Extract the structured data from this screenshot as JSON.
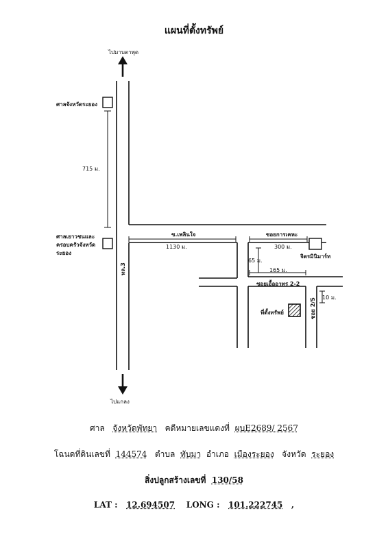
{
  "title": "แผนที่ตั้งทรัพย์",
  "map": {
    "to_north": "ไปมาบตาพุด",
    "to_south": "ไปแกลง",
    "court": "ศาลจังหวัดระยอง",
    "dist_715": "715 ม.",
    "youth_court_lines": [
      "ศาลเยาวชนและ",
      "ครอบครัวจังหวัด",
      "ระยอง"
    ],
    "highway": "ทล.3",
    "soi_phloenchai": "ซ.เพลินใจ",
    "soi_kankheha": "ซอยการเคหะ",
    "dist_1130": "1130 ม.",
    "dist_300": "300 ม.",
    "mart": "จิตรมินิมาร์ท",
    "dist_65": "65 ม.",
    "dist_165": "165 ม.",
    "soi_uea": "ซอยเอื้ออาทร 2-2",
    "dist_10": "10 ม.",
    "soi_25": "ซอย 2/5",
    "property": "ที่ตั้งทรัพย์"
  },
  "footer": {
    "court_label": "ศาล",
    "court_value": "จังหวัดพัทยา",
    "case_label": "คดีหมายเลขแดงที่",
    "case_value": "ผบE2689/ 2567",
    "deed_label": "โฉนดที่ดินเลขที่",
    "deed_value": "144574",
    "tambon_label": "ตำบล",
    "tambon_value": "ทับมา",
    "amphoe_label": "อำเภอ",
    "amphoe_value": "เมืองระยอง",
    "province_label": "จังหวัด",
    "province_value": "ระยอง",
    "building_label": "สิ่งปลูกสร้างเลขที่",
    "building_value": "130/58",
    "lat_label": "LAT :",
    "lat_value": "12.694507",
    "long_label": "LONG :",
    "long_value": "101.222745",
    "trail": ","
  }
}
